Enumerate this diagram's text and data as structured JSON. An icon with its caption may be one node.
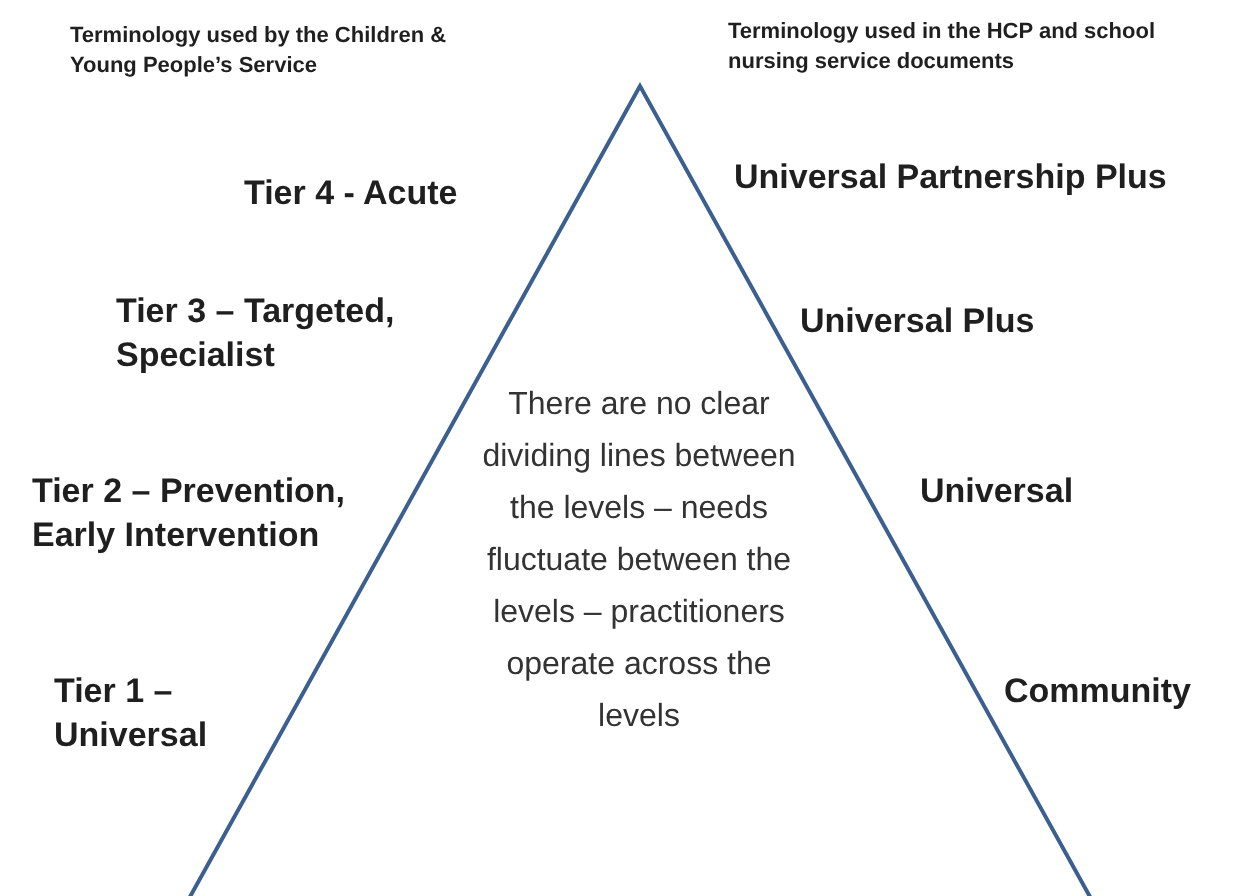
{
  "diagram": {
    "nodes": [
      {
        "text": [
          "There are no clear dividing lines between the levels – needs fluctuate between the levels – practitioners operate across the levels"
        ]
      }
    ],
    "labels": [
      "Terminology used by the Children & Young People’s Service",
      "Terminology used in the HCP and school nursing service documents",
      "Tier 4 - Acute",
      "Universal Partnership Plus",
      "Tier 3 – Targeted, Specialist",
      "Universal Plus",
      "Tier 2 – Prevention, Early Intervention",
      "Universal",
      "Tier 1 – Universal",
      "Community"
    ]
  }
}
